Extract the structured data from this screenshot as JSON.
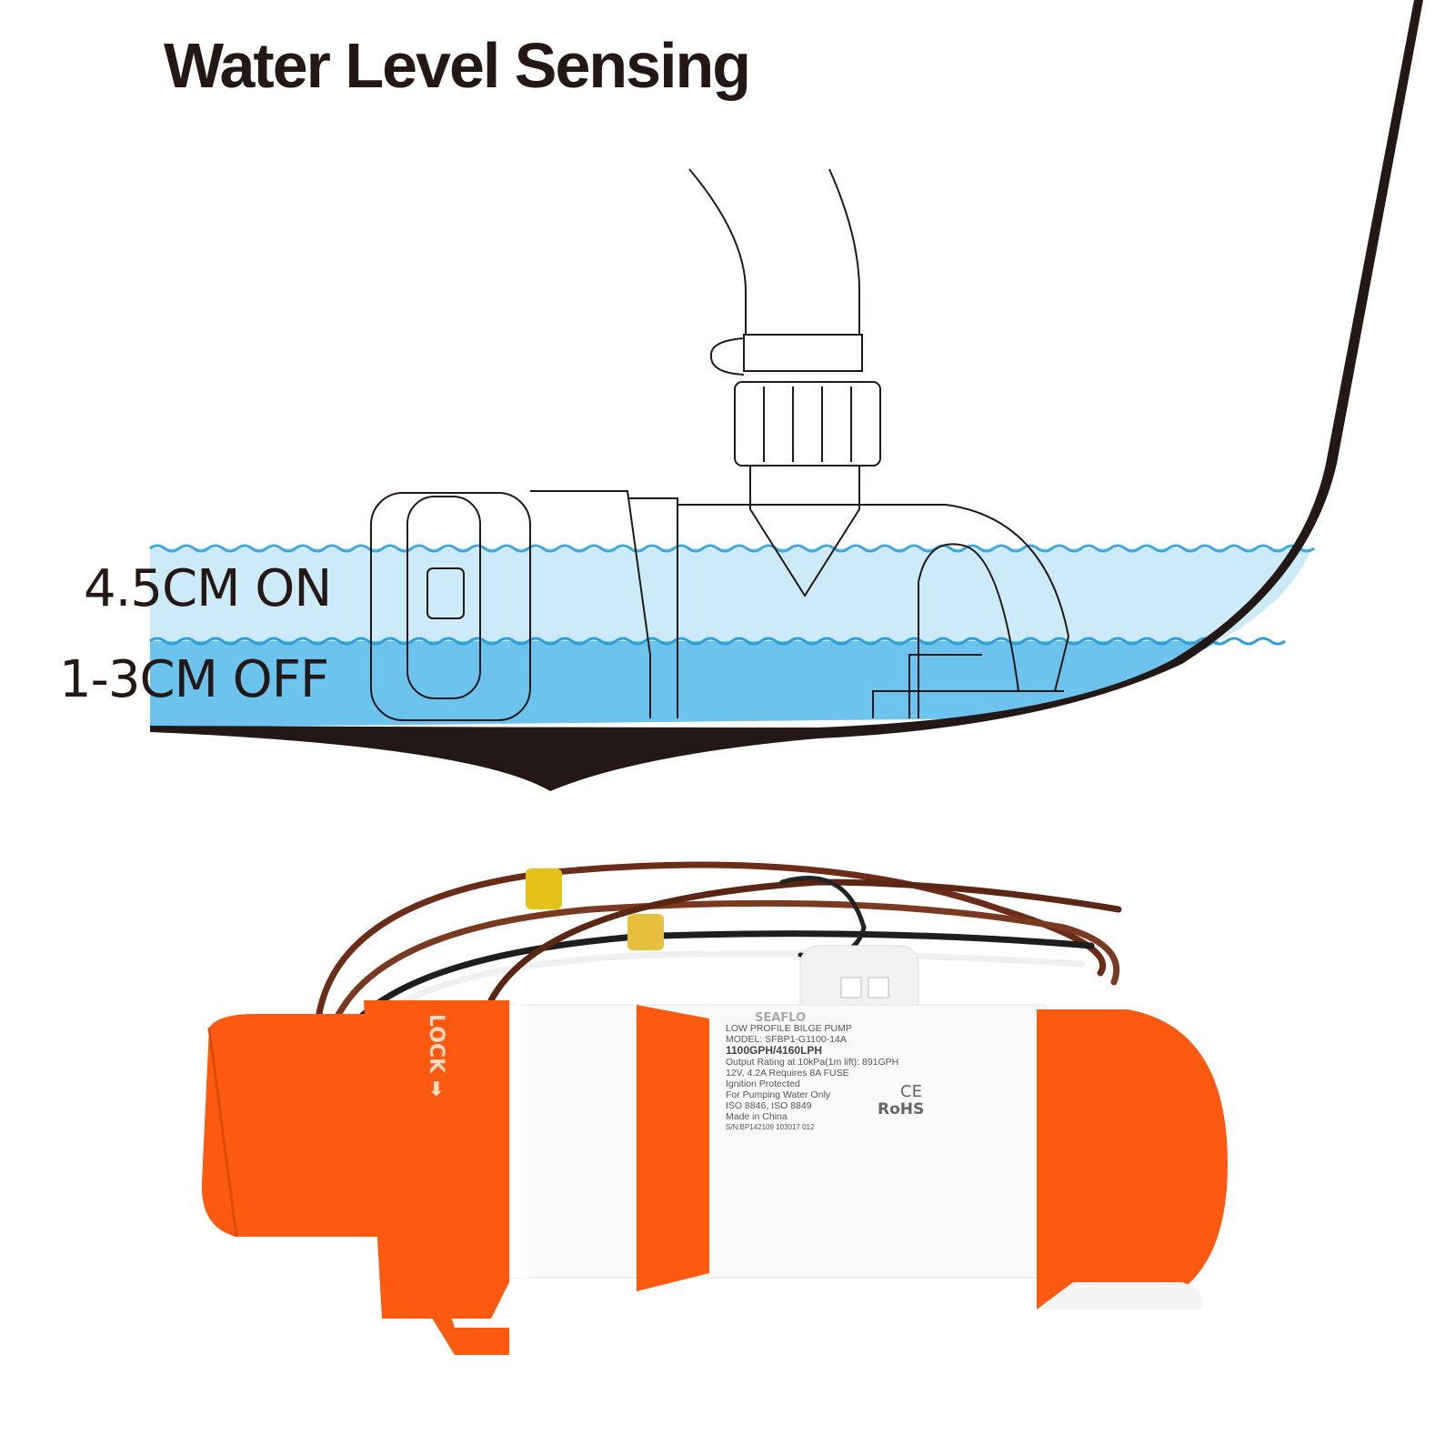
{
  "title": "Water Level Sensing",
  "levels": {
    "on": "4.5CM ON",
    "off": "1-3CM OFF"
  },
  "product_label": {
    "brand": "SEAFLO",
    "line1": "LOW PROFILE BILGE PUMP",
    "model": "MODEL: SFBP1-G1100-14A",
    "rating": "1100GPH/4160LPH",
    "output": "Output Rating at 10kPa(1m lift): 891GPH",
    "power": "12V, 4.2A   Requires 8A FUSE",
    "ignition": "Ignition Protected",
    "use": "For Pumping Water Only",
    "iso": "ISO 8846, ISO 8849",
    "origin": "Made in China",
    "serial": "S/N:BP142109 103017 012",
    "ce": "CE",
    "rohs": "RoHS",
    "lock": "LOCK ➡"
  },
  "colors": {
    "water_light": "#cdeaf8",
    "water_dark": "#6cc4ee",
    "pump_orange": "#fb5a10",
    "hull": "#231815"
  }
}
